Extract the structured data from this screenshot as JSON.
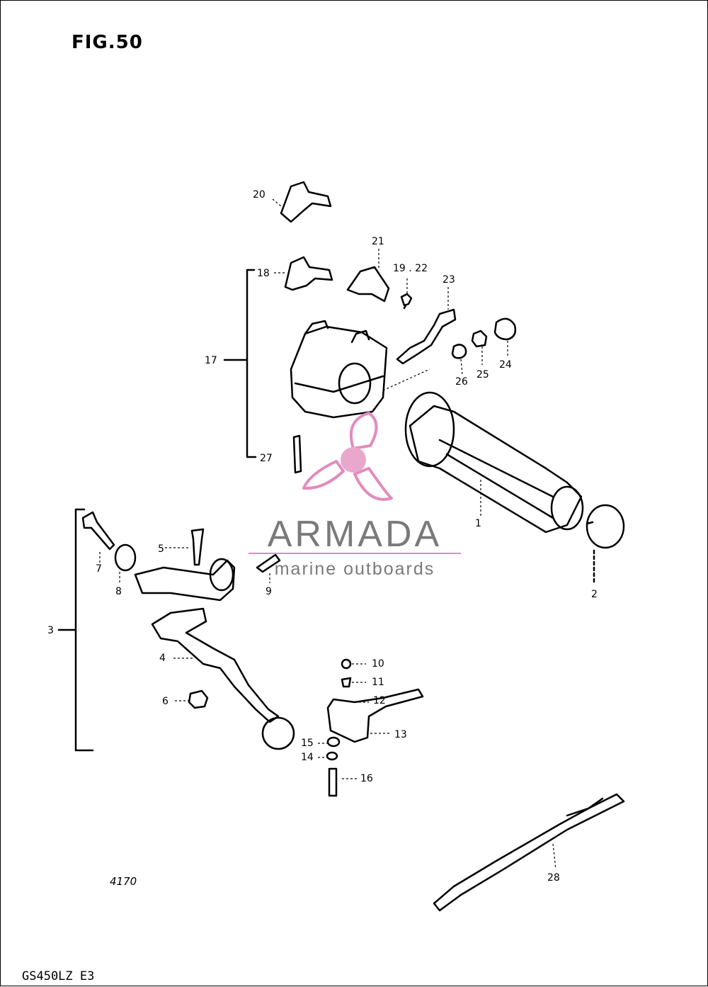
{
  "figure": {
    "title": "FIG.50",
    "model": "GS450LZ E3"
  },
  "watermark": {
    "brand": "ARMADA",
    "tagline": "marine outboards",
    "color": "#e28bbd",
    "text_color": "#7a7a7a"
  },
  "callouts": {
    "c1": "1",
    "c2": "2",
    "c3": "3",
    "c4": "4",
    "c5": "5",
    "c6": "6",
    "c7": "7",
    "c8": "8",
    "c9": "9",
    "c10": "10",
    "c11": "11",
    "c12": "12",
    "c13": "13",
    "c14": "14",
    "c15": "15",
    "c16": "16",
    "c17": "17",
    "c18": "18",
    "c19_22": "19 . 22",
    "c20": "20",
    "c21": "21",
    "c23": "23",
    "c24": "24",
    "c25": "25",
    "c26": "26",
    "c27": "27",
    "c28": "28"
  },
  "stamp": "4170"
}
